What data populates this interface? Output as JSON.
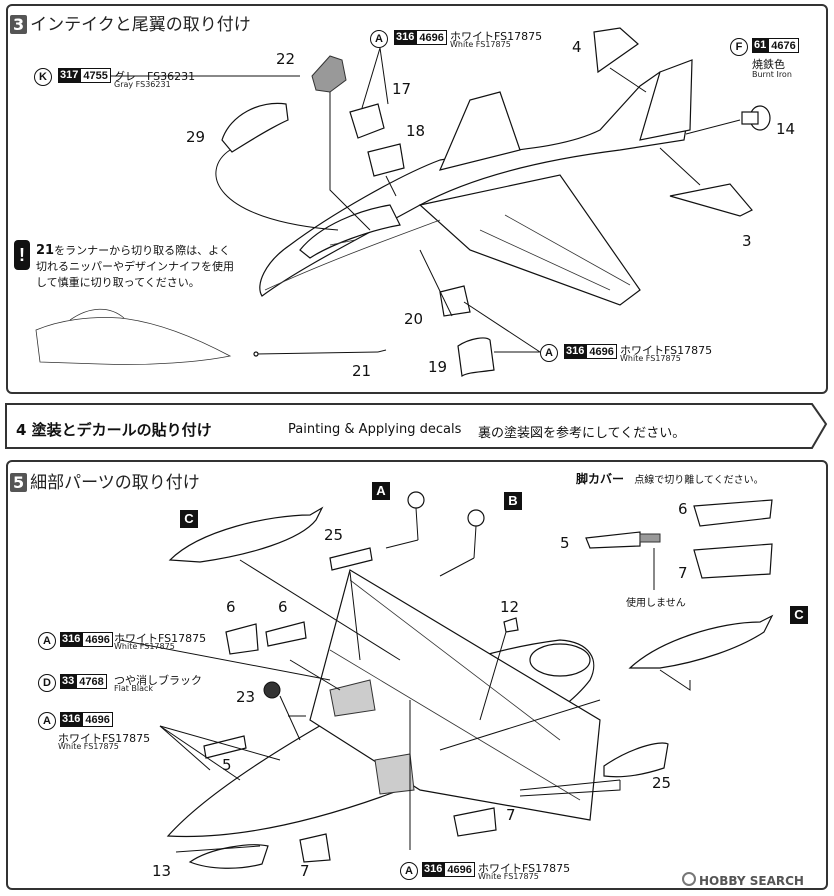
{
  "step3": {
    "num": "3",
    "title": "インテイクと尾翼の取り付け",
    "parts": [
      "22",
      "17",
      "18",
      "29",
      "4",
      "14",
      "3",
      "20",
      "19",
      "21"
    ],
    "warning_num": "21",
    "warning_line1": "をランナーから切り取る際は、よく",
    "warning_line2": "切れるニッパーやデザインナイフを使用",
    "warning_line3": "して慎重に切り取ってください。",
    "color_k": {
      "letter": "K",
      "code1": "317",
      "code2": "4755",
      "jp": "グレーFS36231",
      "en": "Gray FS36231"
    },
    "color_a1": {
      "letter": "A",
      "code1": "316",
      "code2": "4696",
      "jp": "ホワイトFS17875",
      "en": "White FS17875"
    },
    "color_f": {
      "letter": "F",
      "code1": "61",
      "code2": "4676",
      "jp": "焼鉄色",
      "en": "Burnt Iron"
    },
    "color_a2": {
      "letter": "A",
      "code1": "316",
      "code2": "4696",
      "jp": "ホワイトFS17875",
      "en": "White FS17875"
    }
  },
  "step4": {
    "num": "4",
    "title_jp": "塗装とデカールの貼り付け",
    "title_en": "Painting & Applying decals",
    "note": "裏の塗装図を参考にしてください。"
  },
  "step5": {
    "num": "5",
    "title": "細部パーツの取り付け",
    "gear_cover_title": "脚カバー",
    "gear_cover_note": "点線で切り離してください。",
    "not_used": "使用しません",
    "labels": {
      "a": "A",
      "b": "B",
      "c": "C"
    },
    "parts": [
      "25",
      "6",
      "6",
      "12",
      "23",
      "5",
      "13",
      "7",
      "25",
      "6",
      "7",
      "5",
      "7"
    ],
    "color_a1": {
      "letter": "A",
      "code1": "316",
      "code2": "4696",
      "jp": "ホワイトFS17875",
      "en": "White FS17875"
    },
    "color_d": {
      "letter": "D",
      "code1": "33",
      "code2": "4768",
      "jp": "つや消しブラック",
      "en": "Flat Black"
    },
    "color_a2": {
      "letter": "A",
      "code1": "316",
      "code2": "4696",
      "jp": "ホワイトFS17875",
      "en": "White FS17875"
    },
    "color_a3": {
      "letter": "A",
      "code1": "316",
      "code2": "4696",
      "jp": "ホワイトFS17875",
      "en": "White FS17875"
    }
  },
  "watermark": "HOBBY SEARCH"
}
